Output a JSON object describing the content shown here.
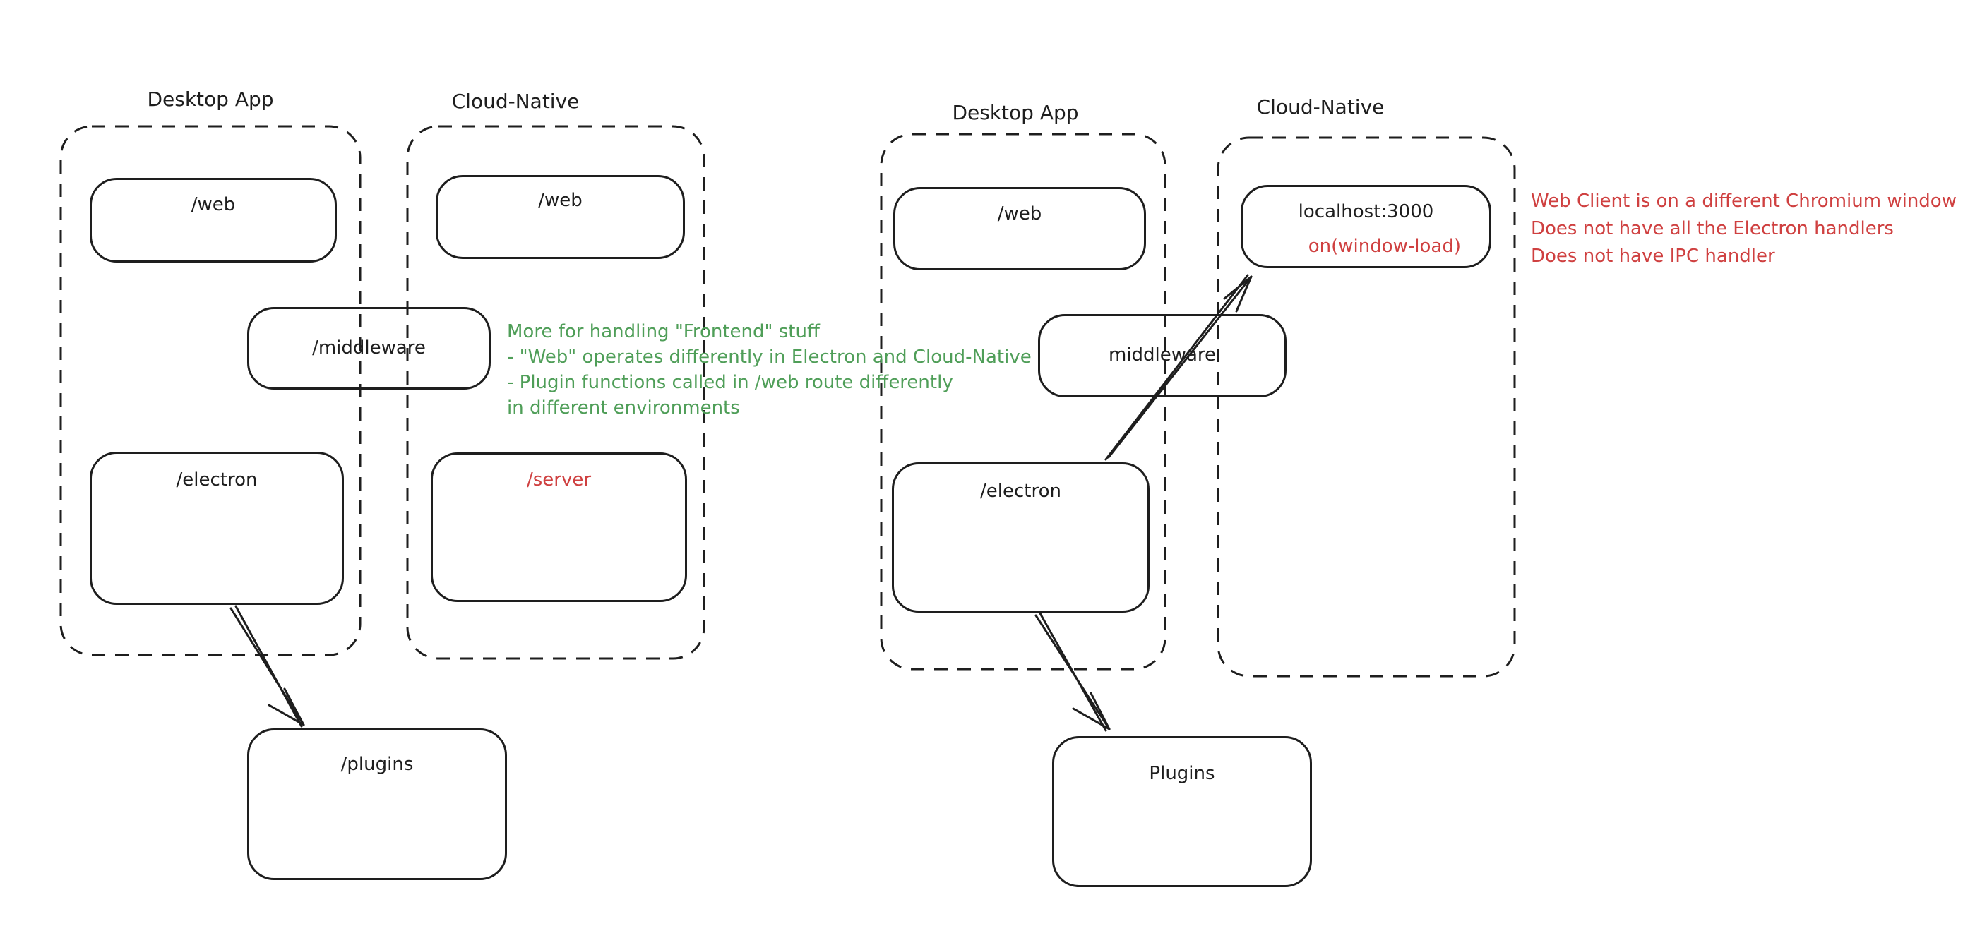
{
  "colors": {
    "ink": "#1e1e1e",
    "green": "#4f9e58",
    "red": "#cf4040",
    "background": "#ffffff"
  },
  "left": {
    "desktop_label": "Desktop App",
    "cloud_label": "Cloud-Native",
    "web_desktop": "/web",
    "web_cloud": "/web",
    "middleware": "/middleware",
    "electron": "/electron",
    "server": "/server",
    "plugins": "/plugins",
    "note_green": {
      "line1": "More for handling \"Frontend\" stuff",
      "line2": "- \"Web\" operates differently in Electron and Cloud-Native",
      "line3": "- Plugin functions called in /web route differently",
      "line4": "in different environments"
    }
  },
  "right": {
    "desktop_label": "Desktop App",
    "cloud_label": "Cloud-Native",
    "web": "/web",
    "localhost_title": "localhost:3000",
    "localhost_event": "on(window-load)",
    "middleware": "middleware",
    "electron": "/electron",
    "plugins": "Plugins",
    "note_red": {
      "line1": "Web Client is on a different Chromium window",
      "line2": "Does not have all the Electron handlers",
      "line3": "Does not have IPC handler"
    }
  }
}
